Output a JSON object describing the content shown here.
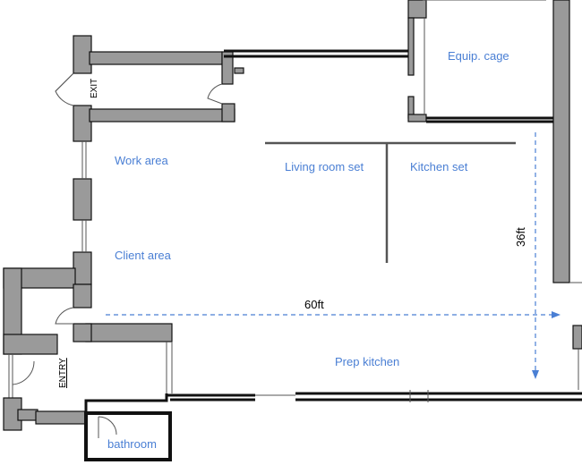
{
  "labels": {
    "equip_cage": "Equip. cage",
    "work_area": "Work area",
    "living_room_set": "Living room set",
    "kitchen_set": "Kitchen set",
    "client_area": "Client area",
    "prep_kitchen": "Prep kitchen",
    "bathroom": "bathroom",
    "exit": "EXIT",
    "entry": "ENTRY"
  },
  "dimensions": {
    "width": "60ft",
    "depth": "36ft"
  },
  "colors": {
    "label": "#4a7fd4",
    "wall_fill": "#9a9a9a",
    "wall_line": "#111111"
  }
}
